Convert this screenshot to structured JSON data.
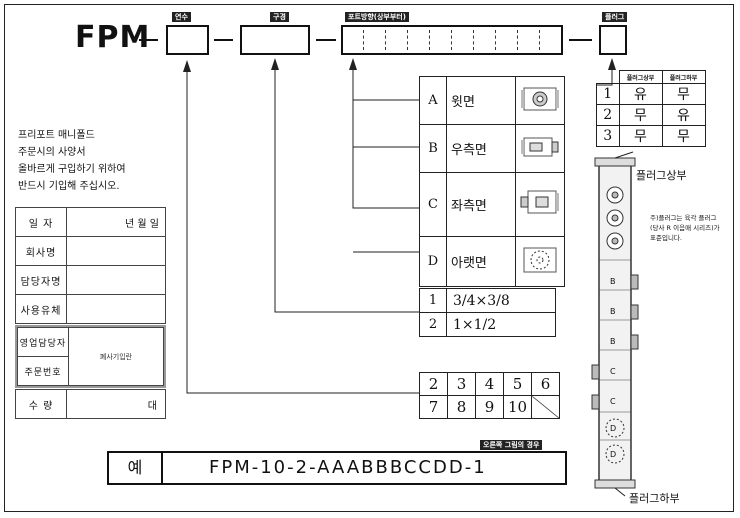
{
  "model": {
    "prefix": "FPM",
    "tag_labels": [
      "연수",
      "구경",
      "포트방향(상부부터)",
      "플러그"
    ]
  },
  "instructions": [
    "프리포트 매니폴드",
    "주문시의 사양서",
    "올바르게 구입하기 위하여",
    "반드시 기입해 주십시오."
  ],
  "order_form": {
    "rows": [
      {
        "label": "일 자",
        "value": "년 월 일"
      },
      {
        "label": "회사명",
        "value": ""
      },
      {
        "label": "담당자명",
        "value": ""
      },
      {
        "label": "사용유체",
        "value": ""
      }
    ],
    "group": {
      "labels": [
        "영업담당자",
        "주문번호"
      ],
      "note": "폐사기입란"
    },
    "last": {
      "label": "수 량",
      "value": "대"
    }
  },
  "directions": [
    {
      "code": "A",
      "label": "윗면"
    },
    {
      "code": "B",
      "label": "우측면"
    },
    {
      "code": "C",
      "label": "좌측면"
    },
    {
      "code": "D",
      "label": "아랫면"
    }
  ],
  "sizes": [
    {
      "code": "1",
      "label": "3/4×3/8"
    },
    {
      "code": "2",
      "label": "1×1/2"
    }
  ],
  "counts": {
    "row1": [
      "2",
      "3",
      "4",
      "5",
      "6"
    ],
    "row2": [
      "7",
      "8",
      "9",
      "10"
    ]
  },
  "plug_table": {
    "headers": [
      "플러그상부",
      "플러그하부"
    ],
    "rows": [
      [
        "1",
        "유",
        "무"
      ],
      [
        "2",
        "무",
        "유"
      ],
      [
        "3",
        "무",
        "무"
      ]
    ]
  },
  "plug_top_label": "플러그상부",
  "plug_bottom_label": "플러그하부",
  "note": [
    "주)플러그는 육각 플러그",
    "(당사 R 이음매 시리즈)가",
    "표준입니다."
  ],
  "port_letters": [
    "B",
    "B",
    "B",
    "C",
    "C",
    "D",
    "D"
  ],
  "example": {
    "tag": "오른쪽 그림의 경우",
    "label": "예",
    "code": "FPM-10-2-AAABBBCCDD-1"
  }
}
